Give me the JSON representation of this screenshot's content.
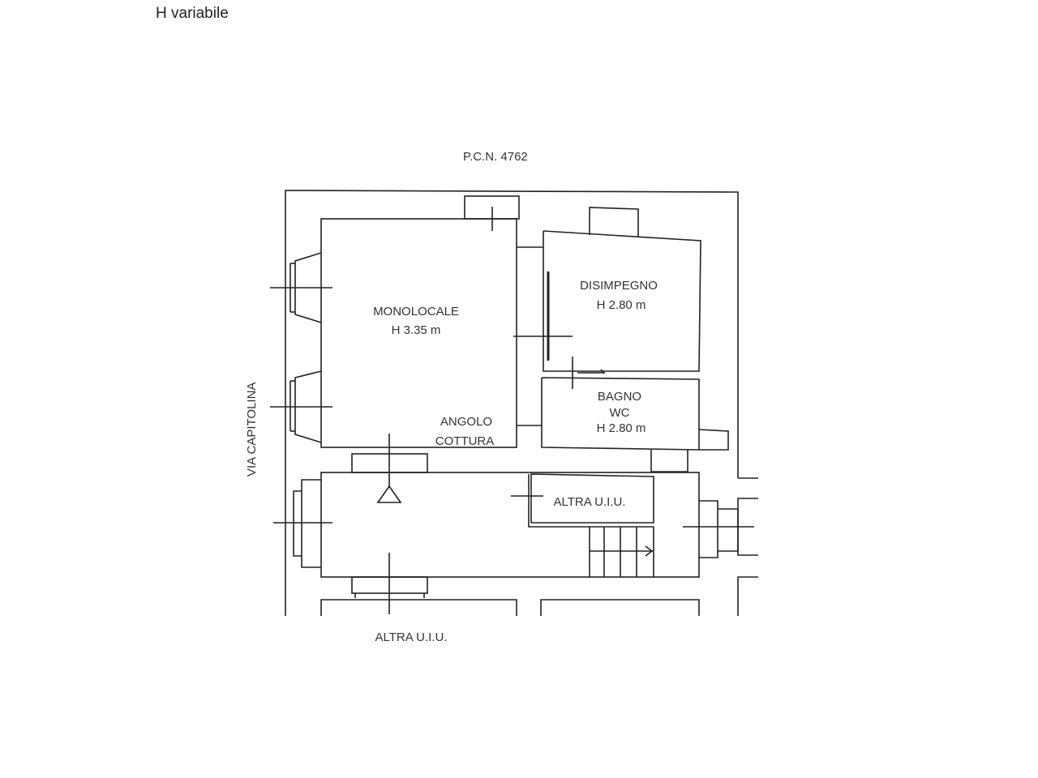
{
  "header": {
    "title": "H variabile"
  },
  "plan": {
    "parcel": "P.C.N. 4762",
    "street": "VIA CAPITOLINA",
    "rooms": {
      "monolocale": {
        "name": "MONOLOCALE",
        "height": "H 3.35 m"
      },
      "angolo_cottura": {
        "line1": "ANGOLO",
        "line2": "COTTURA"
      },
      "disimpegno": {
        "name": "DISIMPEGNO",
        "height": "H 2.80 m"
      },
      "bagno": {
        "name": "BAGNO",
        "sub": "WC",
        "height": "H 2.80 m"
      }
    },
    "other_unit_inner": "ALTRA U.I.U.",
    "other_unit_bottom": "ALTRA U.I.U."
  }
}
